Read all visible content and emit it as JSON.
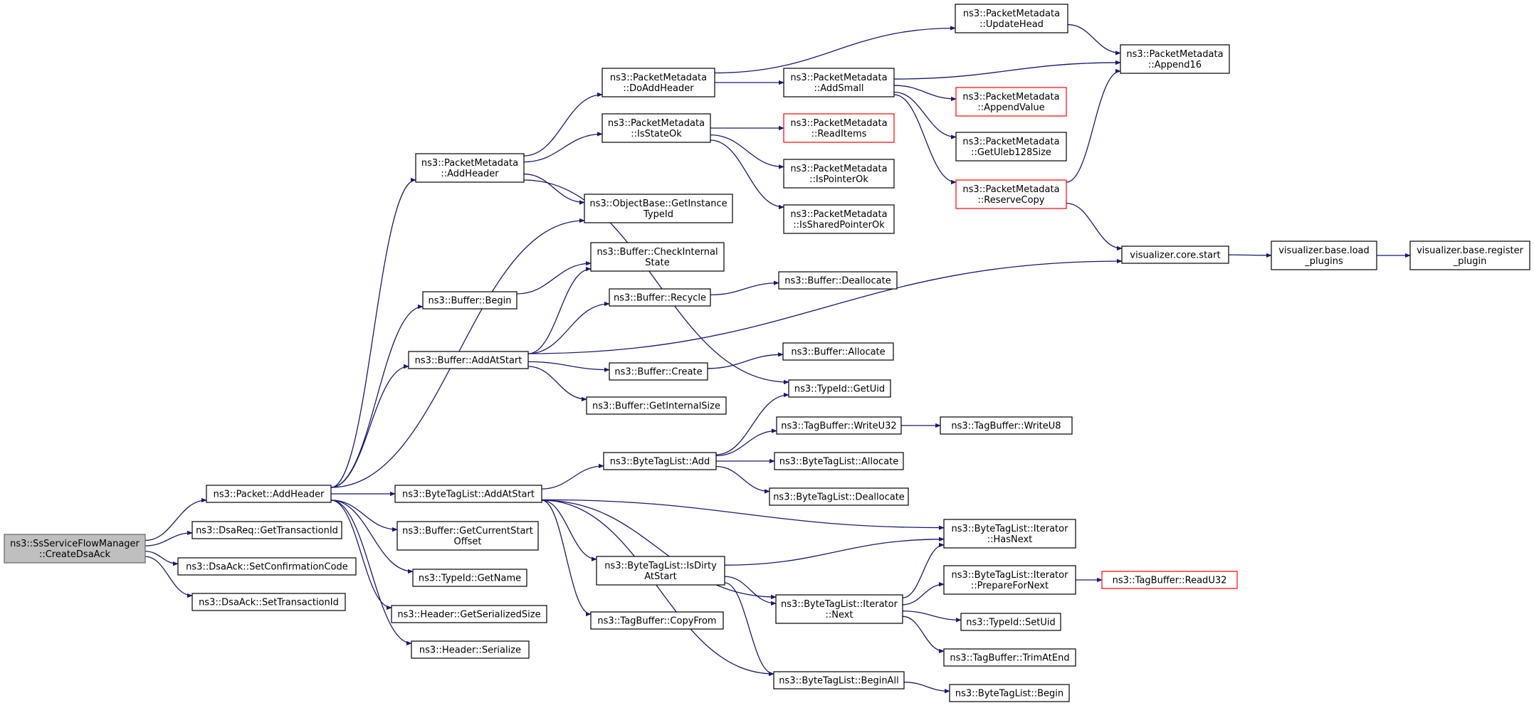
{
  "graph": {
    "colors": {
      "edge": "#191970",
      "root_fill": "#bfbfbf",
      "truncated_border": "#ff0000",
      "node_border": "#000000"
    },
    "nodes": [
      {
        "id": "root",
        "lines": [
          "ns3::SsServiceFlowManager",
          "::CreateDsaAck"
        ],
        "style": "root"
      },
      {
        "id": "pkt_addheader",
        "lines": [
          "ns3::Packet::AddHeader"
        ]
      },
      {
        "id": "dsareq_gettid",
        "lines": [
          "ns3::DsaReq::GetTransactionId"
        ]
      },
      {
        "id": "dsaack_setconf",
        "lines": [
          "ns3::DsaAck::SetConfirmationCode"
        ]
      },
      {
        "id": "dsaack_settid",
        "lines": [
          "ns3::DsaAck::SetTransactionId"
        ]
      },
      {
        "id": "pm_addheader",
        "lines": [
          "ns3::PacketMetadata",
          "::AddHeader"
        ]
      },
      {
        "id": "pm_doaddheader",
        "lines": [
          "ns3::PacketMetadata",
          "::DoAddHeader"
        ]
      },
      {
        "id": "pm_isstateok",
        "lines": [
          "ns3::PacketMetadata",
          "::IsStateOk"
        ]
      },
      {
        "id": "ob_getinst",
        "lines": [
          "ns3::ObjectBase::GetInstance",
          "TypeId"
        ]
      },
      {
        "id": "buf_checkint",
        "lines": [
          "ns3::Buffer::CheckInternal",
          "State"
        ]
      },
      {
        "id": "buf_begin",
        "lines": [
          "ns3::Buffer::Begin"
        ]
      },
      {
        "id": "buf_recycle",
        "lines": [
          "ns3::Buffer::Recycle"
        ]
      },
      {
        "id": "buf_addatstart",
        "lines": [
          "ns3::Buffer::AddAtStart"
        ]
      },
      {
        "id": "buf_create",
        "lines": [
          "ns3::Buffer::Create"
        ]
      },
      {
        "id": "buf_getintsize",
        "lines": [
          "ns3::Buffer::GetInternalSize"
        ]
      },
      {
        "id": "btl_addatstart",
        "lines": [
          "ns3::ByteTagList::AddAtStart"
        ]
      },
      {
        "id": "buf_getcurstart",
        "lines": [
          "ns3::Buffer::GetCurrentStart",
          "Offset"
        ]
      },
      {
        "id": "tid_getname",
        "lines": [
          "ns3::TypeId::GetName"
        ]
      },
      {
        "id": "hdr_getsersize",
        "lines": [
          "ns3::Header::GetSerializedSize"
        ]
      },
      {
        "id": "hdr_serialize",
        "lines": [
          "ns3::Header::Serialize"
        ]
      },
      {
        "id": "btl_add",
        "lines": [
          "ns3::ByteTagList::Add"
        ]
      },
      {
        "id": "btl_isdirty",
        "lines": [
          "ns3::ByteTagList::IsDirty",
          "AtStart"
        ]
      },
      {
        "id": "tb_copyfrom",
        "lines": [
          "ns3::TagBuffer::CopyFrom"
        ]
      },
      {
        "id": "pm_updatehead",
        "lines": [
          "ns3::PacketMetadata",
          "::UpdateHead"
        ]
      },
      {
        "id": "pm_addsmall",
        "lines": [
          "ns3::PacketMetadata",
          "::AddSmall"
        ]
      },
      {
        "id": "pm_readitems",
        "lines": [
          "ns3::PacketMetadata",
          "::ReadItems"
        ],
        "style": "trunc"
      },
      {
        "id": "pm_isptrok",
        "lines": [
          "ns3::PacketMetadata",
          "::IsPointerOk"
        ]
      },
      {
        "id": "pm_issharedptrok",
        "lines": [
          "ns3::PacketMetadata",
          "::IsSharedPointerOk"
        ]
      },
      {
        "id": "buf_dealloc",
        "lines": [
          "ns3::Buffer::Deallocate"
        ]
      },
      {
        "id": "buf_alloc",
        "lines": [
          "ns3::Buffer::Allocate"
        ]
      },
      {
        "id": "tid_getuid",
        "lines": [
          "ns3::TypeId::GetUid"
        ]
      },
      {
        "id": "tb_writeu32",
        "lines": [
          "ns3::TagBuffer::WriteU32"
        ]
      },
      {
        "id": "btl_alloc",
        "lines": [
          "ns3::ByteTagList::Allocate"
        ]
      },
      {
        "id": "btl_dealloc",
        "lines": [
          "ns3::ByteTagList::Deallocate"
        ]
      },
      {
        "id": "btli_next",
        "lines": [
          "ns3::ByteTagList::Iterator",
          "::Next"
        ]
      },
      {
        "id": "btl_beginall",
        "lines": [
          "ns3::ByteTagList::BeginAll"
        ]
      },
      {
        "id": "pm_append16",
        "lines": [
          "ns3::PacketMetadata",
          "::Append16"
        ]
      },
      {
        "id": "pm_appendvalue",
        "lines": [
          "ns3::PacketMetadata",
          "::AppendValue"
        ],
        "style": "trunc"
      },
      {
        "id": "pm_getuleb",
        "lines": [
          "ns3::PacketMetadata",
          "::GetUleb128Size"
        ]
      },
      {
        "id": "pm_reservecopy",
        "lines": [
          "ns3::PacketMetadata",
          "::ReserveCopy"
        ],
        "style": "trunc"
      },
      {
        "id": "viz_core_start",
        "lines": [
          "visualizer.core.start"
        ]
      },
      {
        "id": "tb_writeu8",
        "lines": [
          "ns3::TagBuffer::WriteU8"
        ]
      },
      {
        "id": "btli_hasnext",
        "lines": [
          "ns3::ByteTagList::Iterator",
          "::HasNext"
        ]
      },
      {
        "id": "btli_prepare",
        "lines": [
          "ns3::ByteTagList::Iterator",
          "::PrepareForNext"
        ]
      },
      {
        "id": "tid_setuid",
        "lines": [
          "ns3::TypeId::SetUid"
        ]
      },
      {
        "id": "tb_trimatend",
        "lines": [
          "ns3::TagBuffer::TrimAtEnd"
        ]
      },
      {
        "id": "btl_begin",
        "lines": [
          "ns3::ByteTagList::Begin"
        ]
      },
      {
        "id": "viz_base_load",
        "lines": [
          "visualizer.base.load",
          "_plugins"
        ]
      },
      {
        "id": "viz_base_register",
        "lines": [
          "visualizer.base.register",
          "_plugin"
        ]
      },
      {
        "id": "tb_readu32",
        "lines": [
          "ns3::TagBuffer::ReadU32"
        ],
        "style": "trunc"
      }
    ],
    "edges": [
      [
        "root",
        "pkt_addheader"
      ],
      [
        "root",
        "dsareq_gettid"
      ],
      [
        "root",
        "dsaack_setconf"
      ],
      [
        "root",
        "dsaack_settid"
      ],
      [
        "pkt_addheader",
        "pm_addheader"
      ],
      [
        "pkt_addheader",
        "ob_getinst"
      ],
      [
        "pkt_addheader",
        "buf_begin"
      ],
      [
        "pkt_addheader",
        "buf_addatstart"
      ],
      [
        "pkt_addheader",
        "btl_addatstart"
      ],
      [
        "pkt_addheader",
        "buf_getcurstart"
      ],
      [
        "pkt_addheader",
        "tid_getname"
      ],
      [
        "pkt_addheader",
        "hdr_getsersize"
      ],
      [
        "pkt_addheader",
        "hdr_serialize"
      ],
      [
        "pm_addheader",
        "pm_doaddheader"
      ],
      [
        "pm_addheader",
        "pm_isstateok"
      ],
      [
        "pm_addheader",
        "ob_getinst"
      ],
      [
        "pm_addheader",
        "tid_getuid"
      ],
      [
        "pm_doaddheader",
        "pm_updatehead"
      ],
      [
        "pm_doaddheader",
        "pm_addsmall"
      ],
      [
        "pm_isstateok",
        "pm_readitems"
      ],
      [
        "pm_isstateok",
        "pm_isptrok"
      ],
      [
        "pm_isstateok",
        "pm_issharedptrok"
      ],
      [
        "pm_updatehead",
        "pm_append16"
      ],
      [
        "pm_addsmall",
        "pm_append16"
      ],
      [
        "pm_addsmall",
        "pm_appendvalue"
      ],
      [
        "pm_addsmall",
        "pm_getuleb"
      ],
      [
        "pm_addsmall",
        "pm_reservecopy"
      ],
      [
        "pm_reservecopy",
        "pm_append16"
      ],
      [
        "pm_reservecopy",
        "viz_core_start"
      ],
      [
        "viz_core_start",
        "viz_base_load"
      ],
      [
        "viz_base_load",
        "viz_base_register"
      ],
      [
        "buf_begin",
        "buf_checkint"
      ],
      [
        "buf_addatstart",
        "buf_checkint"
      ],
      [
        "buf_addatstart",
        "buf_recycle"
      ],
      [
        "buf_addatstart",
        "buf_create"
      ],
      [
        "buf_addatstart",
        "buf_getintsize"
      ],
      [
        "buf_addatstart",
        "viz_core_start"
      ],
      [
        "buf_recycle",
        "buf_dealloc"
      ],
      [
        "buf_create",
        "buf_alloc"
      ],
      [
        "btl_addatstart",
        "btl_add"
      ],
      [
        "btl_addatstart",
        "btl_isdirty"
      ],
      [
        "btl_addatstart",
        "tb_copyfrom"
      ],
      [
        "btl_addatstart",
        "btli_hasnext"
      ],
      [
        "btl_addatstart",
        "btli_next"
      ],
      [
        "btl_addatstart",
        "btl_beginall"
      ],
      [
        "btl_add",
        "tid_getuid"
      ],
      [
        "btl_add",
        "tb_writeu32"
      ],
      [
        "btl_add",
        "btl_alloc"
      ],
      [
        "btl_add",
        "btl_dealloc"
      ],
      [
        "tb_writeu32",
        "tb_writeu8"
      ],
      [
        "btl_isdirty",
        "btli_hasnext"
      ],
      [
        "btl_isdirty",
        "btli_next"
      ],
      [
        "btl_isdirty",
        "btl_beginall"
      ],
      [
        "btli_next",
        "btli_hasnext"
      ],
      [
        "btli_next",
        "btli_prepare"
      ],
      [
        "btli_next",
        "tid_setuid"
      ],
      [
        "btli_next",
        "tb_trimatend"
      ],
      [
        "btli_prepare",
        "tb_readu32"
      ],
      [
        "btl_beginall",
        "btl_begin"
      ]
    ]
  }
}
